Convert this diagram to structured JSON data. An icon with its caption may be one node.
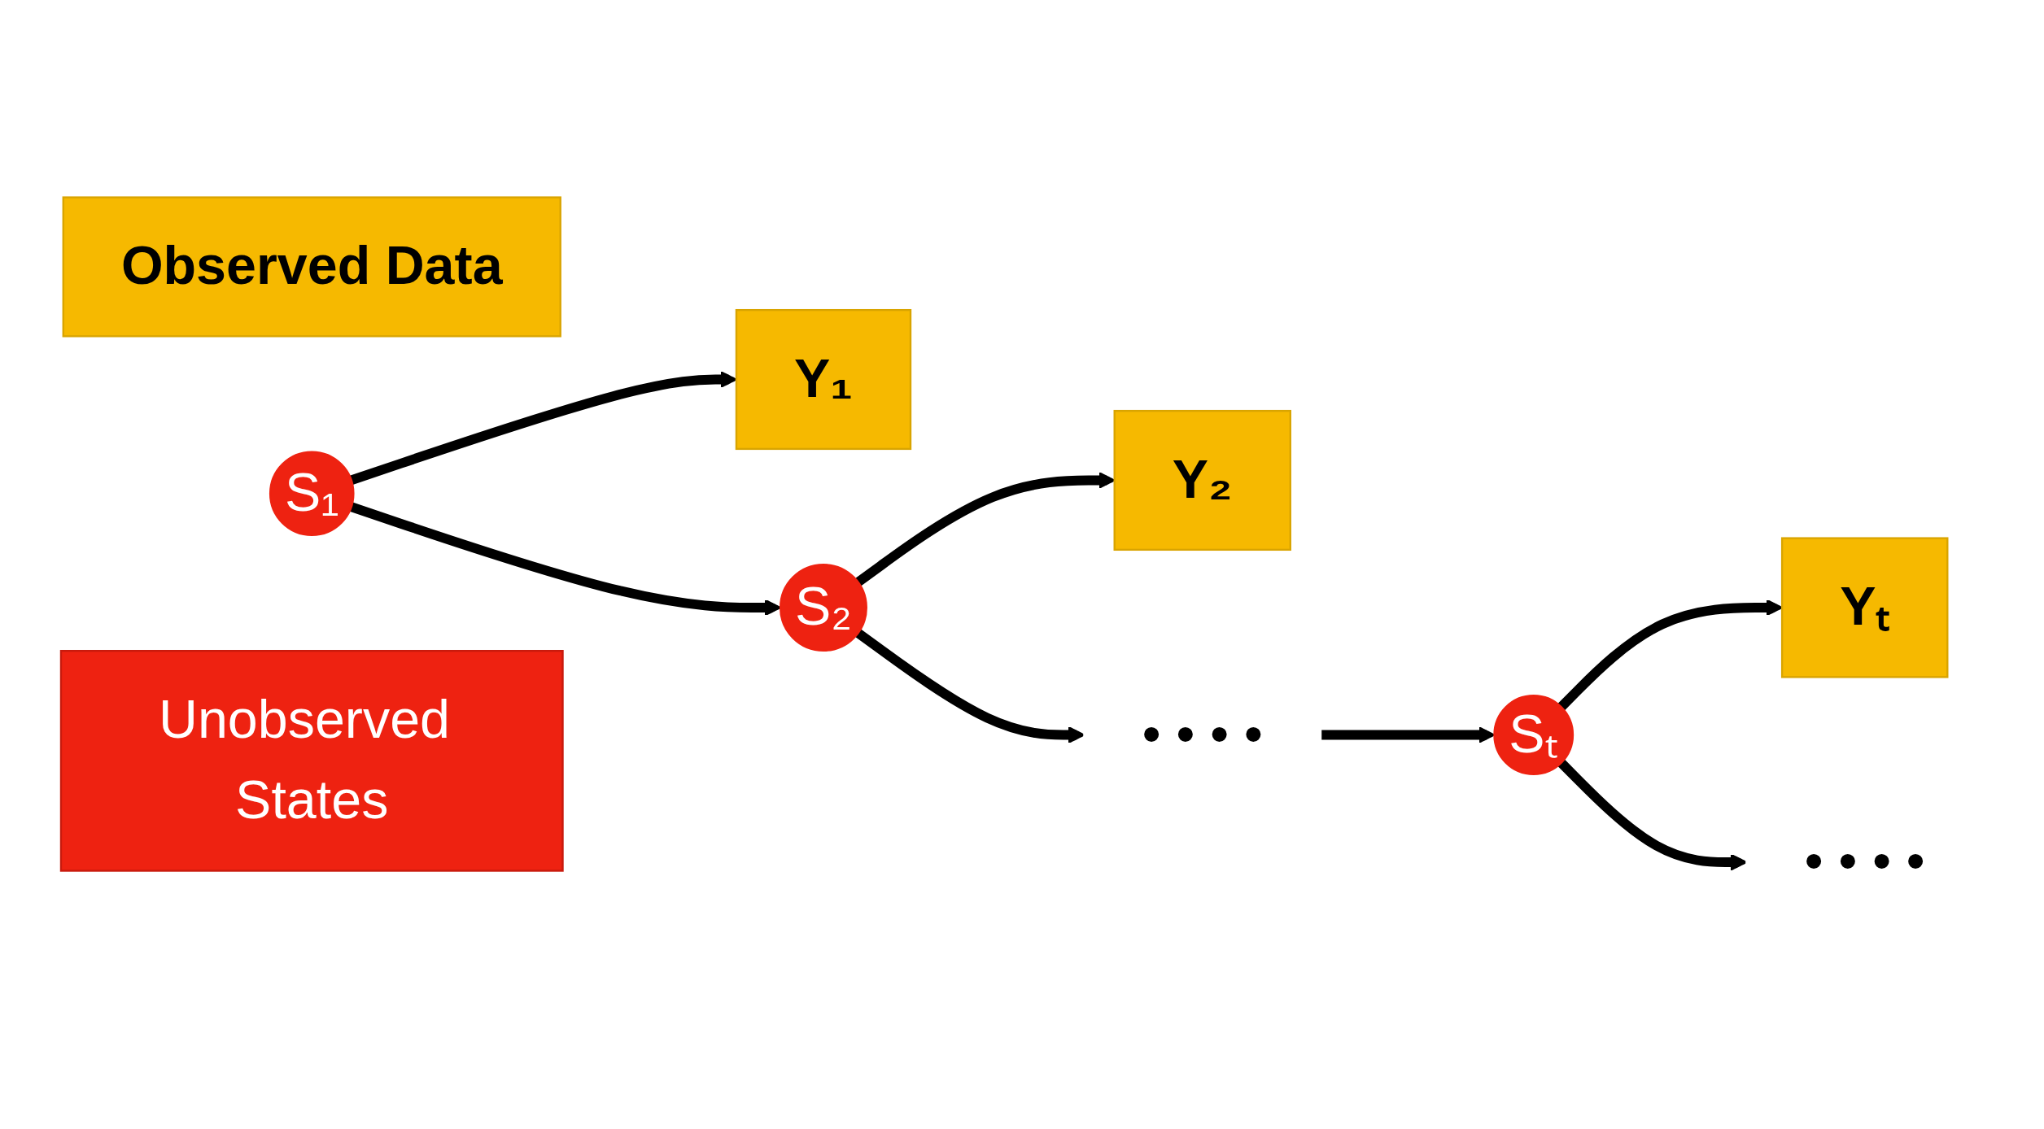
{
  "diagram": {
    "nodes": [
      {
        "text": [
          "Observed Data"
        ]
      },
      {
        "text": [
          "Y₁"
        ]
      },
      {
        "text": [
          "Y₂"
        ]
      },
      {
        "text": [
          "Yₜ"
        ]
      },
      {
        "text": [
          "S₁"
        ]
      },
      {
        "text": [
          "S₂"
        ]
      },
      {
        "text": [
          "• • • •"
        ]
      },
      {
        "text": [
          "Sₜ"
        ]
      },
      {
        "text": [
          "• • • •"
        ]
      },
      {
        "text": [
          "Unobserved States"
        ]
      }
    ],
    "edges": [
      {
        "from": 4,
        "to": 1,
        "arrow": "to"
      },
      {
        "from": 5,
        "to": 2,
        "arrow": "to"
      },
      {
        "from": 7,
        "to": 3,
        "arrow": "to"
      },
      {
        "from": 4,
        "to": 5,
        "arrow": "to"
      },
      {
        "from": 5,
        "to": 6,
        "arrow": "to"
      },
      {
        "from": 6,
        "to": 7,
        "arrow": "to"
      },
      {
        "from": 7,
        "to": 8,
        "arrow": "to"
      }
    ]
  }
}
